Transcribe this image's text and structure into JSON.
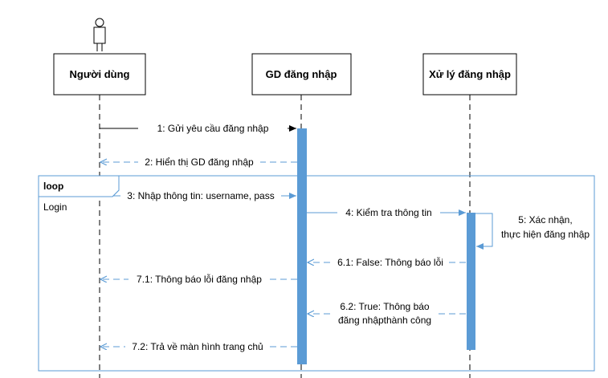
{
  "participants": [
    {
      "name": "Người dùng",
      "kind": "actor"
    },
    {
      "name": "GD đăng nhập",
      "kind": "object"
    },
    {
      "name": "Xử lý đăng nhập",
      "kind": "object"
    }
  ],
  "fragment": {
    "operator": "loop",
    "guard": "Login"
  },
  "messages": [
    {
      "id": "m1",
      "text": "1: Gửi yêu cầu đăng nhập",
      "style": "solid"
    },
    {
      "id": "m2",
      "text": "2: Hiển thị GD đăng nhập",
      "style": "dashed"
    },
    {
      "id": "m3",
      "text": "3: Nhập thông tin: username, pass",
      "style": "solid"
    },
    {
      "id": "m4",
      "text": "4: Kiểm tra thông tin",
      "style": "solid"
    },
    {
      "id": "m5",
      "lines": [
        "5: Xác nhận,",
        "thực hiện đăng nhập"
      ],
      "style": "self"
    },
    {
      "id": "m61",
      "text": "6.1: False: Thông báo lỗi",
      "style": "dashed"
    },
    {
      "id": "m71",
      "text": "7.1: Thông báo lỗi đăng nhập",
      "style": "dashed"
    },
    {
      "id": "m62",
      "lines": [
        "6.2: True: Thông báo",
        "đăng nhậpthành công"
      ],
      "style": "dashed"
    },
    {
      "id": "m72",
      "text": "7.2: Trả về màn hình trang chủ",
      "style": "dashed"
    }
  ],
  "colors": {
    "activation": "#5b9bd5",
    "arrow": "#5b9bd5",
    "fragment_border": "#5b9bd5",
    "line": "#000000"
  }
}
